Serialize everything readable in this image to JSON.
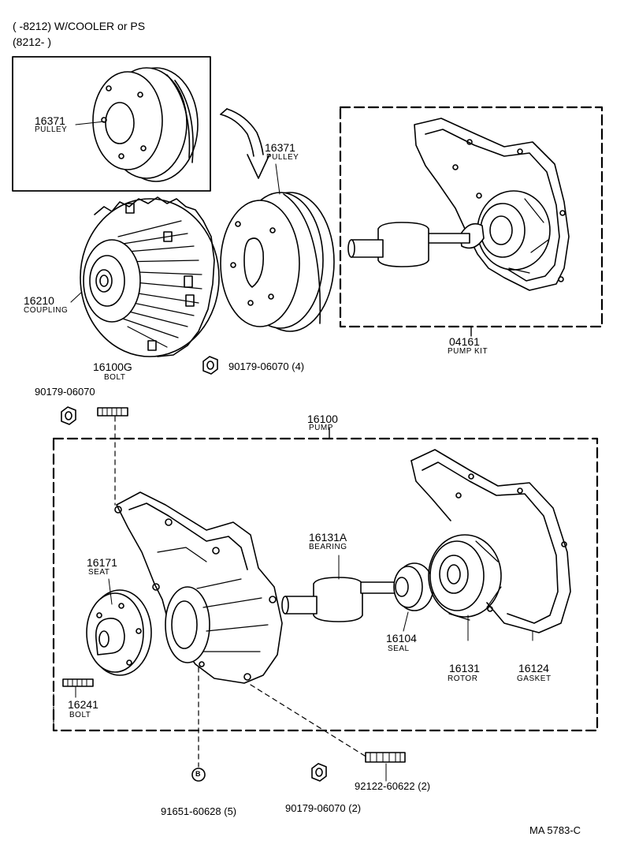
{
  "header": {
    "line1": "(      -8212) W/COOLER or PS",
    "line2": "(8212-        )"
  },
  "parts": {
    "pulley_alt": {
      "number": "16371",
      "name": "PULLEY"
    },
    "pulley": {
      "number": "16371",
      "name": "PULLEY"
    },
    "coupling": {
      "number": "16210",
      "name": "COUPLING"
    },
    "nut_coupling": {
      "number": "90179-06070 (4)"
    },
    "bolt_g": {
      "number": "16100G",
      "name": "BOLT"
    },
    "nut_single": {
      "number": "90179-06070"
    },
    "pump_kit": {
      "number": "04161",
      "name": "PUMP KIT"
    },
    "pump": {
      "number": "16100",
      "name": "PUMP"
    },
    "bearing": {
      "number": "16131A",
      "name": "BEARING"
    },
    "seat": {
      "number": "16171",
      "name": "SEAT"
    },
    "seal": {
      "number": "16104",
      "name": "SEAL"
    },
    "rotor": {
      "number": "16131",
      "name": "ROTOR"
    },
    "gasket": {
      "number": "16124",
      "name": "GASKET"
    },
    "bolt": {
      "number": "16241",
      "name": "BOLT"
    },
    "plug": {
      "number": "91651-60628 (5)",
      "marker": "B"
    },
    "nut_bottom": {
      "number": "90179-06070 (2)"
    },
    "stud": {
      "number": "92122-60622 (2)"
    }
  },
  "caption": "MA 5783-C"
}
